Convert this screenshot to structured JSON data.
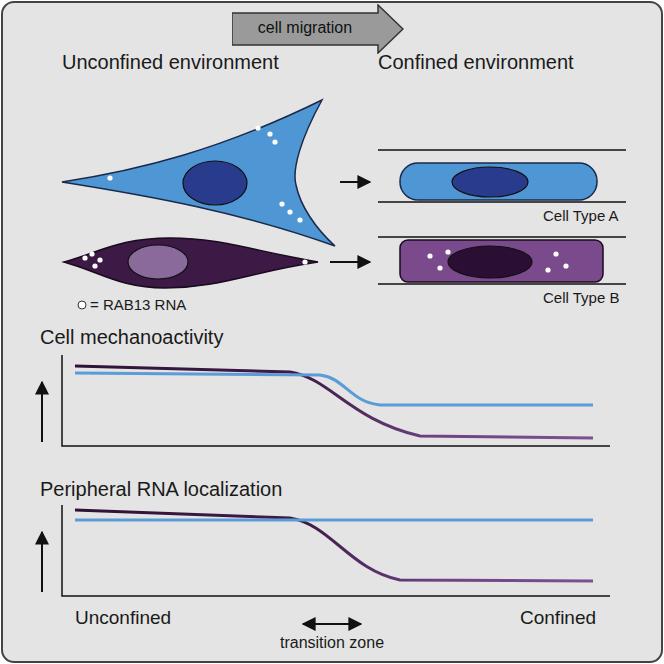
{
  "diagram": {
    "nodes": [
      {
        "text": [
          "cell migration"
        ]
      }
    ],
    "labels": [
      "Unconfined environment",
      "Confined environment",
      "Cell Type A",
      "Cell Type B",
      "= RAB13 RNA",
      "Cell mechanoactivity",
      "Peripheral RNA localization",
      "Unconfined",
      "transition zone",
      "Confined"
    ]
  }
}
